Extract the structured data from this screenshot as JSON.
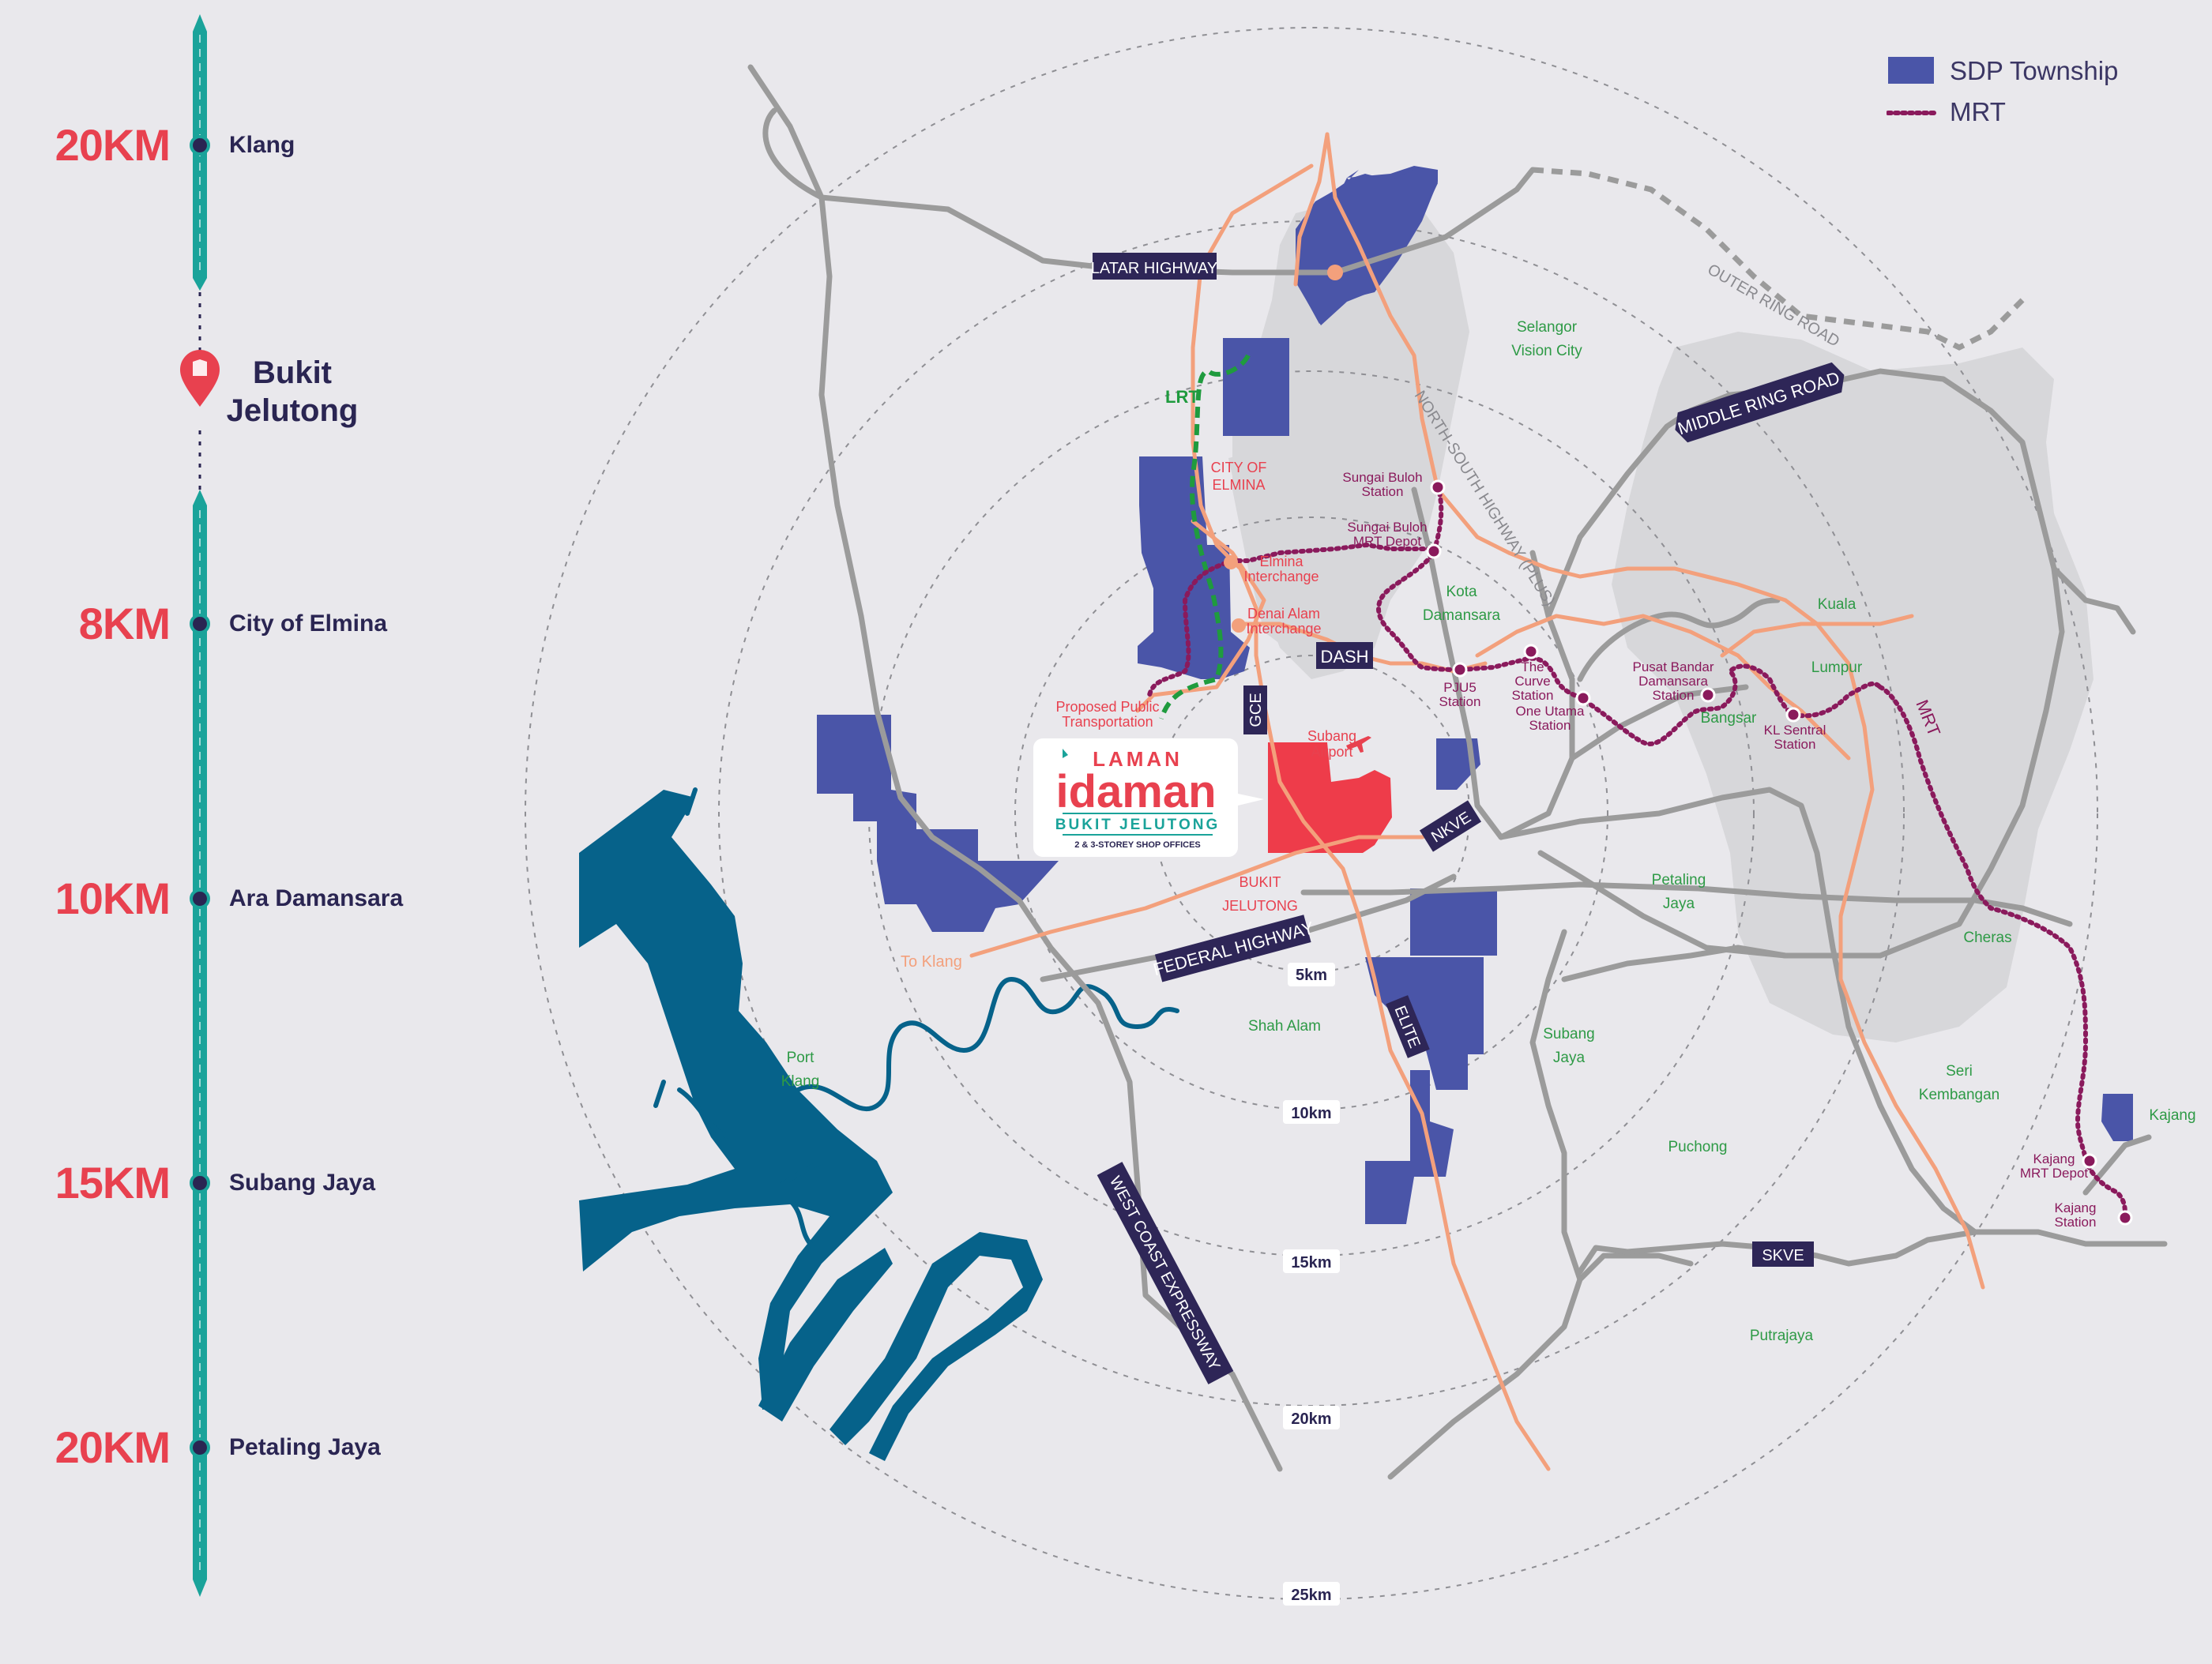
{
  "timeline": {
    "top": [
      {
        "distance": "20KM",
        "place": "Klang"
      }
    ],
    "destination": {
      "line1": "Bukit",
      "line2": "Jelutong"
    },
    "stops": [
      {
        "distance": "8KM",
        "place": "City of Elmina"
      },
      {
        "distance": "10KM",
        "place": "Ara Damansara"
      },
      {
        "distance": "15KM",
        "place": "Subang Jaya"
      },
      {
        "distance": "20KM",
        "place": "Petaling Jaya"
      }
    ]
  },
  "legend": {
    "township": "SDP Township",
    "mrt": "MRT"
  },
  "colors": {
    "township": "#4a55a8",
    "mrt": "#8a1a5c",
    "road": "#9b9b9b",
    "highway_orange": "#f3a07c",
    "river": "#06628a",
    "timeline": "#1aa39a",
    "accent_red": "#e8414f",
    "label_green": "#2e9a46",
    "label_red": "#e8414f",
    "badge": "#2e2657"
  },
  "rings": [
    "5km",
    "10km",
    "15km",
    "20km",
    "25km"
  ],
  "highways": [
    "LATAR HIGHWAY",
    "MIDDLE RING ROAD",
    "DASH",
    "GCE",
    "NKVE",
    "FEDERAL HIGHWAY",
    "ELITE",
    "WEST COAST EXPRESSWAY",
    "SKVE"
  ],
  "road_labels": [
    "OUTER RING ROAD",
    "NORTH-SOUTH HIGHWAY (PLUS)",
    "LRT",
    "MRT",
    "To Klang"
  ],
  "places_green": [
    "Selangor",
    "Vision City",
    "Kota",
    "Damansara",
    "Bangsar",
    "Kuala",
    "Lumpur",
    "Petaling",
    "Jaya",
    "Cheras",
    "Shah Alam",
    "Subang",
    "Jaya",
    "Port",
    "Klang",
    "Puchong",
    "Seri",
    "Kembangan",
    "Putrajaya",
    "Kajang"
  ],
  "places_red": [
    "CITY OF",
    "ELMINA",
    "Elmina",
    "Interchange",
    "Denai Alam",
    "Interchange",
    "Proposed Public",
    "Transportation",
    "Subang",
    "Airport",
    "BUKIT",
    "JELUTONG"
  ],
  "stations": [
    "Sungai Buloh",
    "Station",
    "Sungai Buloh",
    "MRT Depot",
    "PJU5",
    "Station",
    "The",
    "Curve",
    "Station",
    "One Utama",
    "Station",
    "Pusat Bandar",
    "Damansara",
    "Station",
    "KL Sentral",
    "Station",
    "Kajang",
    "MRT Depot",
    "Kajang",
    "Station"
  ],
  "brand": {
    "line1": "LAMAN",
    "line2": "idaman",
    "line3": "BUKIT JELUTONG",
    "line4": "2 & 3-STOREY SHOP OFFICES"
  }
}
